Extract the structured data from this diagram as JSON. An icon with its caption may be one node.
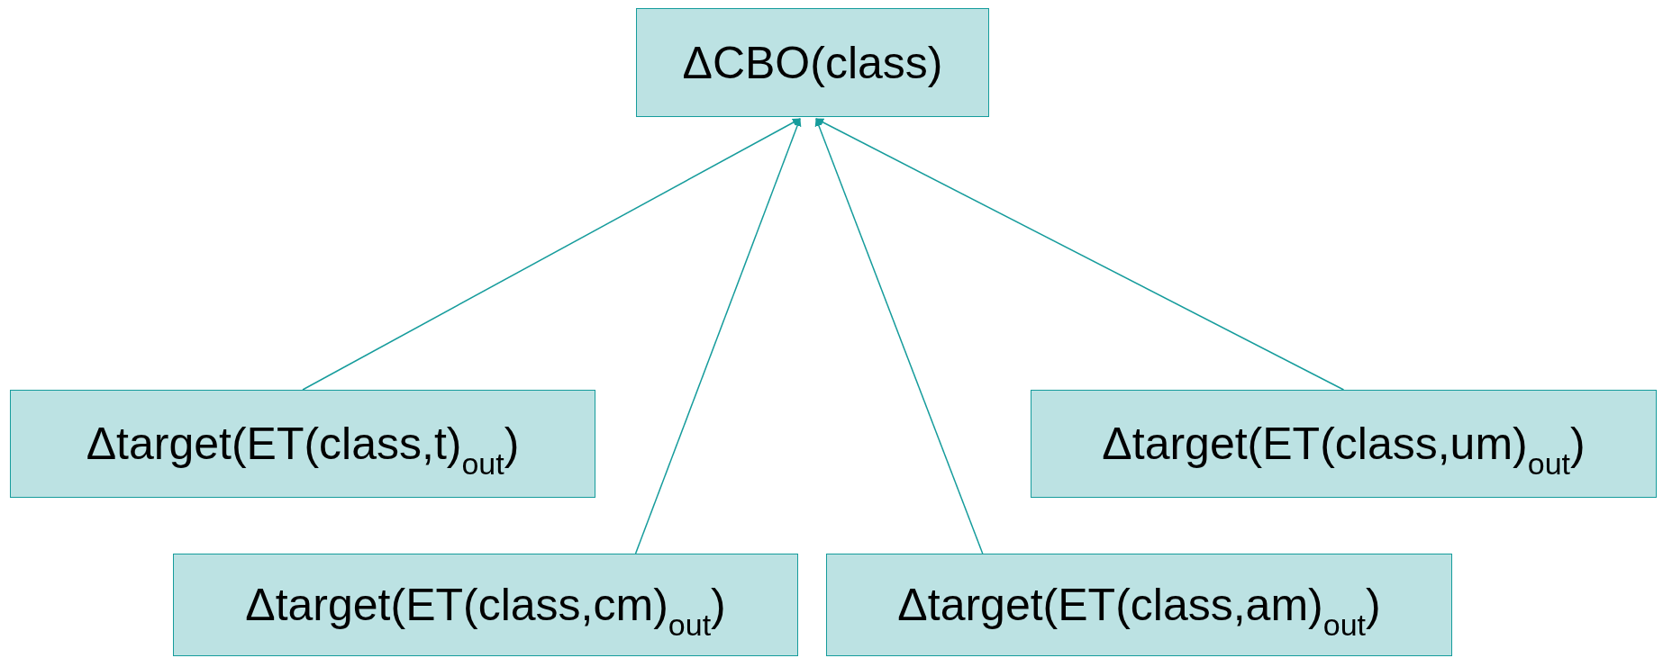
{
  "diagram": {
    "nodes": [
      {
        "text": [
          "ΔCBO(class)"
        ]
      },
      {
        "text": [
          "Δtarget(ET(class,t)$_{out}$)"
        ]
      },
      {
        "text": [
          "Δtarget(ET(class,um)$_{out}$)"
        ]
      },
      {
        "text": [
          "Δtarget(ET(class,cm)$_{out}$)"
        ]
      },
      {
        "text": [
          "Δtarget(ET(class,am)$_{out}$)"
        ]
      }
    ],
    "edges": [
      {
        "from": 1,
        "to": 0,
        "arrow": "to"
      },
      {
        "from": 3,
        "to": 0,
        "arrow": "to"
      },
      {
        "from": 4,
        "to": 0,
        "arrow": "to"
      },
      {
        "from": 2,
        "to": 0,
        "arrow": "to"
      }
    ]
  }
}
